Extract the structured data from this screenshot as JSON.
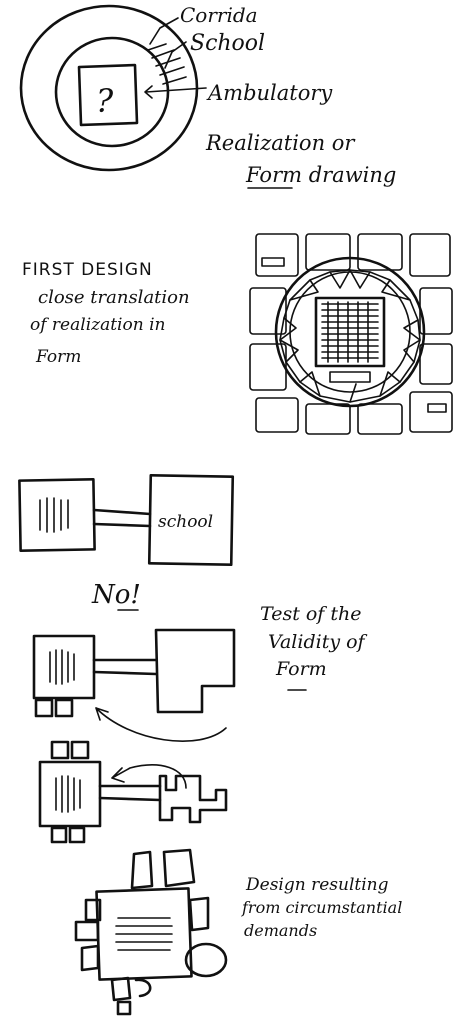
{
  "sketch1": {
    "label_corridor": "Corrida",
    "label_school": "School",
    "label_ambulatory": "Ambulatory",
    "center_mark": "?",
    "caption_line1": "Realization or",
    "caption_line2": "Form drawing"
  },
  "sketch2": {
    "caption_line1": "FIRST DESIGN",
    "caption_line2": "close translation",
    "caption_line3": "of realization in",
    "caption_line4": "Form"
  },
  "sketch3": {
    "box_label": "school",
    "no_label": "No!"
  },
  "sketch4": {
    "caption_line1": "Test of the",
    "caption_line2": "Validity of",
    "caption_line3": "Form"
  },
  "sketch6": {
    "caption_line1": "Design resulting",
    "caption_line2": "from circumstantial",
    "caption_line3": "demands"
  },
  "colors": {
    "ink": "#111111",
    "paper": "#ffffff"
  }
}
